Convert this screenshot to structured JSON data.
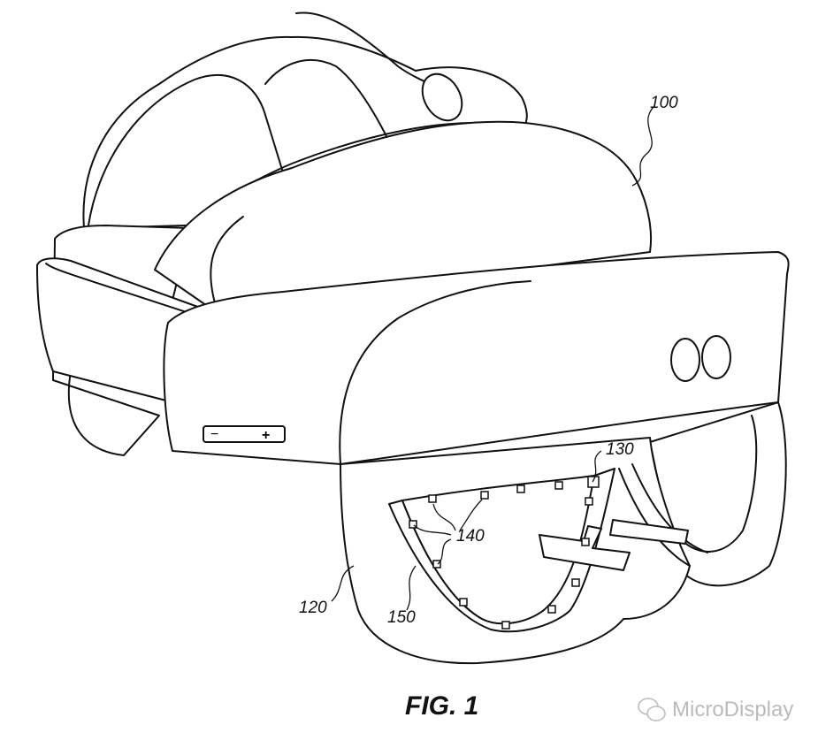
{
  "figure": {
    "caption": "FIG. 1",
    "labels": {
      "device": "100",
      "face_interface": "120",
      "sensor": "130",
      "sensors": "140",
      "seal": "150"
    },
    "button_symbols": {
      "minus": "−",
      "plus": "+"
    }
  },
  "watermark": {
    "text": "MicroDisplay",
    "icon": "wechat-icon"
  }
}
